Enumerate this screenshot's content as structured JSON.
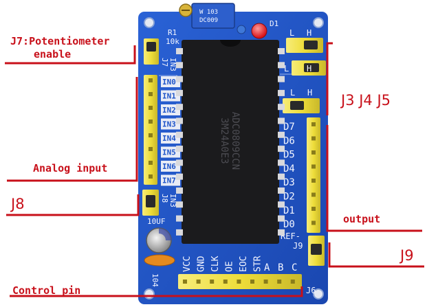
{
  "callouts": {
    "j7_line1": "J7:Potentiometer",
    "j7_line2": "enable",
    "analog_input": "Analog input",
    "j8": "J8",
    "j3_j4_j5": "J3 J4 J5",
    "output": "output",
    "j9": "J9",
    "control_pin": "Control pin"
  },
  "board": {
    "pot_code_1": "W 103",
    "pot_code_2": "DC009",
    "chip_marking_1": "ADC0809CCN",
    "chip_marking_2": "3M24A0E3",
    "r1": "R1",
    "r1_value": "10k",
    "d1": "D1",
    "j7": "J7",
    "j7_sub": "IN3",
    "j8": "J8",
    "j8_sub": "IN3",
    "j9": "J9",
    "j6": "J6",
    "ref": "REF-",
    "cap_value": "10UF",
    "cap_ceramic": "104",
    "inputs": [
      "IN0",
      "IN1",
      "IN2",
      "IN3",
      "IN4",
      "IN5",
      "IN6",
      "IN7"
    ],
    "outputs": [
      "D7",
      "D6",
      "D5",
      "D4",
      "D3",
      "D2",
      "D1",
      "D0"
    ],
    "controls": [
      "VCC",
      "GND",
      "CLK",
      "OE",
      "EOC",
      "STR",
      "A",
      "B",
      "C"
    ],
    "lh_labels": [
      "L",
      "H",
      "L",
      "H",
      "L",
      "H"
    ]
  },
  "colors": {
    "board": "#1f55c9",
    "chip": "#1b1b1d",
    "header": "#f2e24a",
    "annotation": "#c8101a"
  }
}
